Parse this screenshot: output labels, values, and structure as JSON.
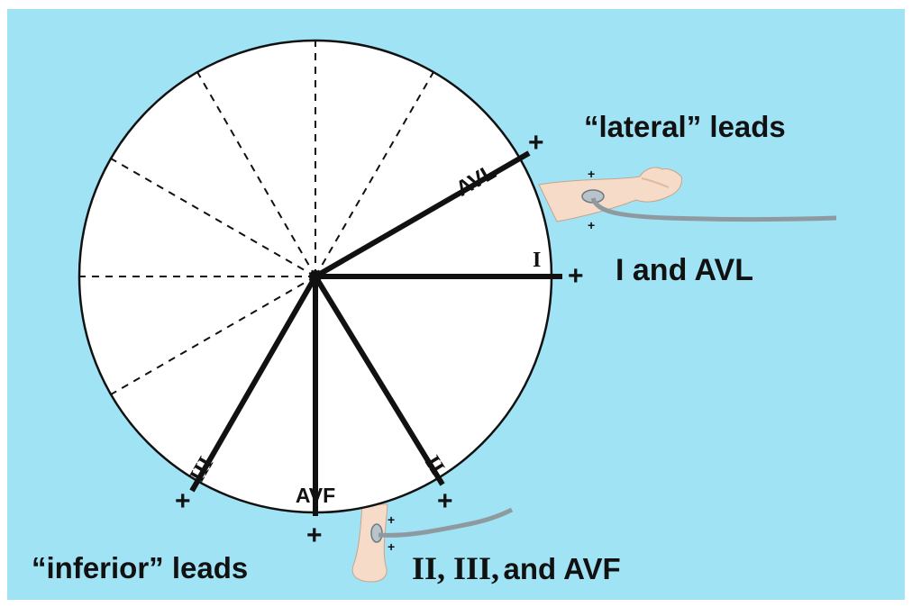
{
  "leads": {
    "avl": "AVL",
    "i": "I",
    "ii": "II",
    "iii": "III",
    "avf": "AVF",
    "plus": "+"
  },
  "groups": {
    "lateral_heading": "“lateral” leads",
    "lateral_list": "I and AVL",
    "inferior_heading": "“inferior” leads",
    "inferior_list_roman": "II, III,",
    "inferior_list_rest": "and AVF"
  },
  "colors": {
    "background": "#9fe3f5",
    "circle_fill": "#ffffff",
    "lines": "#111111",
    "skin": "#f6dcc8",
    "cable": "#8e9aa0"
  },
  "icons": {
    "arm": "arm-with-electrode-icon",
    "foot": "leg-with-electrode-icon"
  }
}
